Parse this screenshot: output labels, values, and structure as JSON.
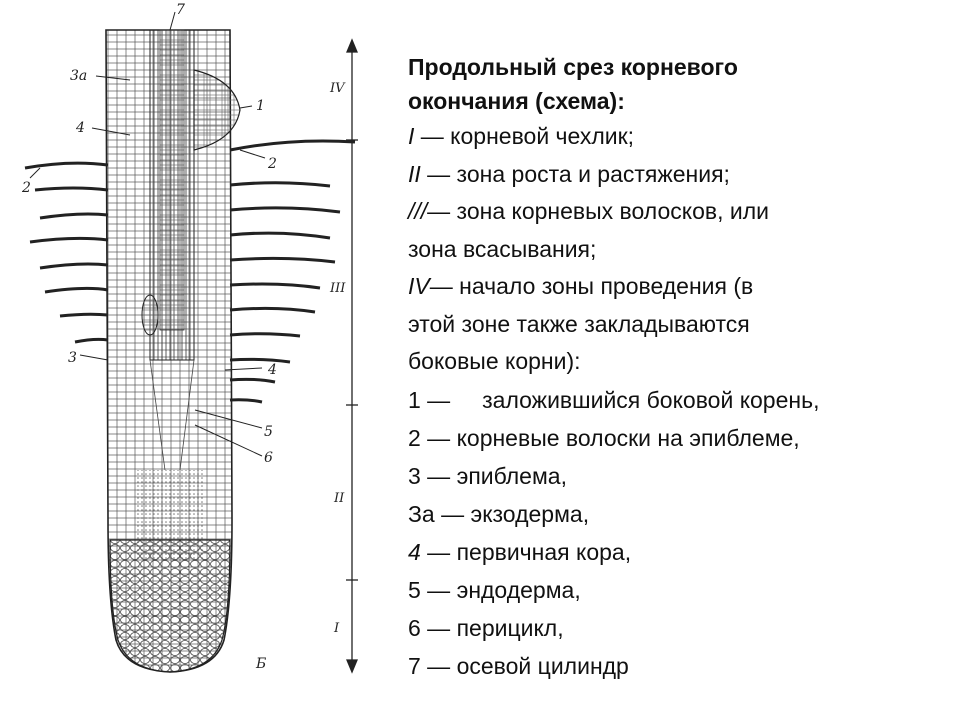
{
  "figure": {
    "labels": {
      "seven": "7",
      "three_a": "3a",
      "four_left": "4",
      "two_left": "2",
      "three_left": "3",
      "one_right": "1",
      "two_right": "2",
      "four_right": "4",
      "five_right": "5",
      "six_right": "6",
      "b_letter": "Б"
    },
    "zones": [
      "IV",
      "III",
      "II",
      "I"
    ]
  },
  "legend": {
    "title_line1": "Продольный срез корневого",
    "title_line2": "окончания (схема):",
    "items": [
      {
        "key": "I",
        "text": " — корневой чехлик;"
      },
      {
        "key": "II",
        "text": " — зона роста и растяжения;"
      },
      {
        "key": "///",
        "text": "— зона корневых волосков, или"
      },
      {
        "key": "",
        "text": "зона всасывания;"
      },
      {
        "key": "IV",
        "text": "— начало зоны проведения (в"
      },
      {
        "key": "",
        "text": "этой зоне также закладываются"
      },
      {
        "key": "",
        "text": "боковые корни):"
      }
    ],
    "numbered": [
      {
        "key": "1",
        "text": " —     заложившийся боковой корень,",
        "italic": false
      },
      {
        "key": "2",
        "text": " — корневые волоски на эпиблеме,",
        "italic": false
      },
      {
        "key": "3",
        "text": " — эпиблема,",
        "italic": false
      },
      {
        "key": "За",
        "text": " — экзодерма,",
        "italic": false
      },
      {
        "key": "4",
        "text": " — первичная кора,",
        "italic": true
      },
      {
        "key": "5",
        "text": " — эндодерма,",
        "italic": false
      },
      {
        "key": "6",
        "text": " — перицикл,",
        "italic": false
      },
      {
        "key": "7",
        "text": " — осевой цилиндр",
        "italic": false
      }
    ]
  }
}
